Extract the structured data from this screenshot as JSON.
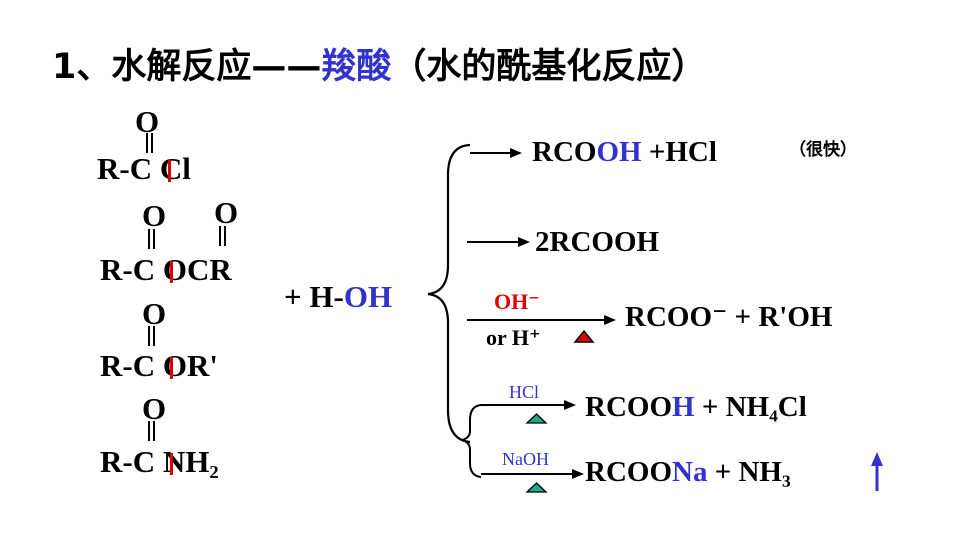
{
  "title": {
    "prefix": "1、水解反应——",
    "highlight": "羧酸",
    "suffix": "（水的酰基化反应）"
  },
  "reactants": [
    {
      "o": "O",
      "left": "R-C",
      "right": "Cl"
    },
    {
      "o": "O",
      "o2": "O",
      "left": "R-C",
      "right": "OCR"
    },
    {
      "o": "O",
      "left": "R-C",
      "right": "OR'"
    },
    {
      "o": "O",
      "left": "R-C",
      "right": "NH₂"
    }
  ],
  "reagent": {
    "prefix": "+ H-",
    "oh": "OH"
  },
  "products": {
    "p1": {
      "a": "RCO",
      "b": "OH",
      "c": " +HCl",
      "note": "（很快）"
    },
    "p2": {
      "a": "2RCOOH"
    },
    "p3": {
      "cond_top": "OH⁻",
      "cond_bottom": "or H⁺",
      "a": "RCOO⁻  + R'OH"
    },
    "p4": {
      "cond": "HCl",
      "a": "RCOO",
      "b": "H",
      "c": " + NH₄Cl"
    },
    "p5": {
      "cond": "NaOH",
      "a": "RCOO",
      "b": "Na",
      "c": " + NH₃"
    }
  },
  "colors": {
    "blue": "#3333cc",
    "red": "#e00000",
    "teal": "#1fa88a"
  }
}
